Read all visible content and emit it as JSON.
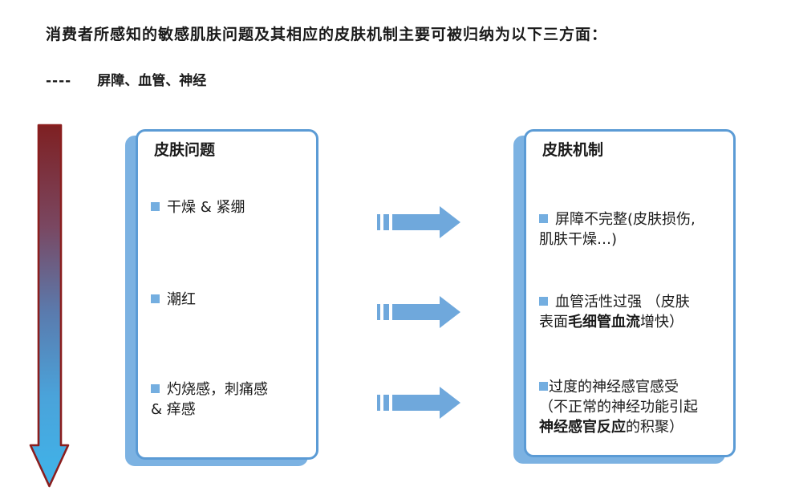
{
  "page": {
    "title": "消费者所感知的敏感肌肤问题及其相应的皮肤机制主要可被归纳为以下三方面：",
    "subtitle_dash": "----",
    "subtitle": "屏障、血管、神经"
  },
  "left_box": {
    "header": "皮肤问题",
    "items": [
      {
        "text": "干燥 & 紧绷"
      },
      {
        "text": "潮红"
      },
      {
        "text": "灼烧感，刺痛感\n& 痒感"
      }
    ]
  },
  "right_box": {
    "header": "皮肤机制",
    "items": [
      {
        "pre": "屏障不完整(皮肤损伤,\n肌肤干燥…)",
        "bold": "",
        "post": ""
      },
      {
        "pre": "血管活性过强 （皮肤\n表面",
        "bold": "毛细管血流",
        "post": "增快）"
      },
      {
        "pre": "过度的神经感官感受\n（不正常的神经功能引起\n",
        "bold": "神经感官反应",
        "post": "的积聚）"
      }
    ]
  },
  "colors": {
    "accent_blue": "#6FA8DC",
    "box_border_blue": "#5B9BD5",
    "box_backing_blue": "#7CB2E2",
    "bullet_blue": "#74AEE0",
    "gradient_arrow_top": "#7E2022",
    "gradient_arrow_bottom": "#3FB4EA",
    "gradient_arrow_stroke": "#8B1E1E",
    "text": "#1A1A1A"
  }
}
